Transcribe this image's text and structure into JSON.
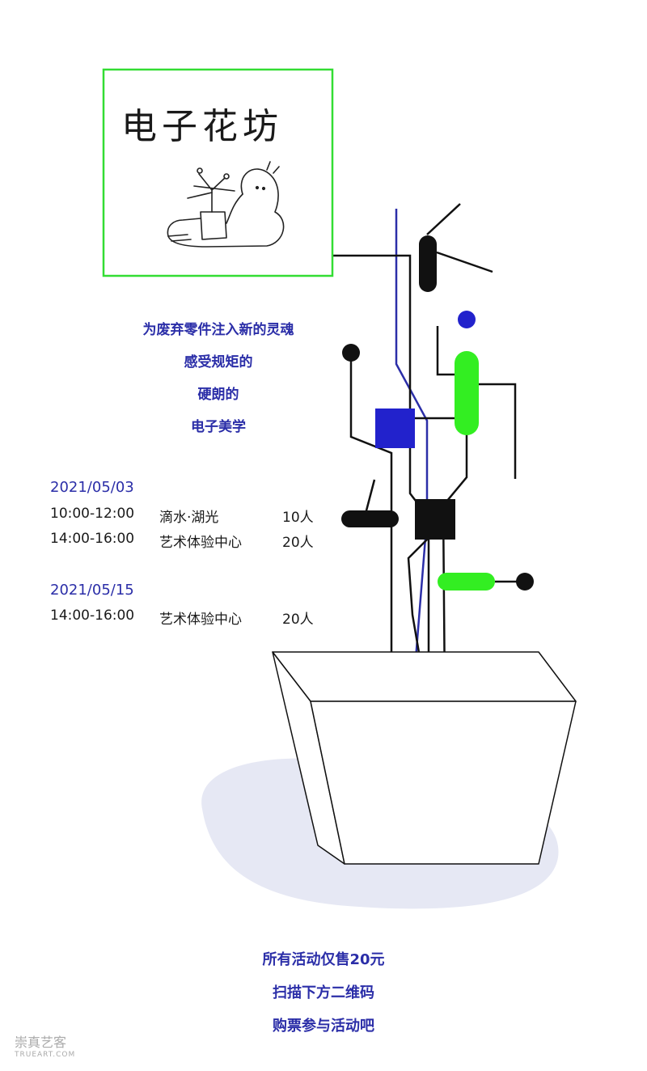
{
  "logo": {
    "title": "电子花坊"
  },
  "tagline": [
    "为废弃零件注入新的灵魂",
    "感受规矩的",
    "硬朗的",
    "电子美学"
  ],
  "sessions": [
    {
      "date": "2021/05/03",
      "items": [
        {
          "time": "10:00-12:00",
          "venue": "滴水·湖光",
          "capacity": "10人"
        },
        {
          "time": "14:00-16:00",
          "venue": "艺术体验中心",
          "capacity": "20人"
        }
      ]
    },
    {
      "date": "2021/05/15",
      "items": [
        {
          "time": "14:00-16:00",
          "venue": "艺术体验中心",
          "capacity": "20人"
        }
      ]
    }
  ],
  "footer": [
    "所有活动仅售20元",
    "扫描下方二维码",
    "购票参与活动吧"
  ],
  "watermark": {
    "name": "崇真艺客",
    "url": "TRUEART.COM"
  },
  "colors": {
    "blue": "#2b2ea8",
    "green": "#33ee22",
    "black": "#111111",
    "shadow": "#e6e8f4"
  }
}
